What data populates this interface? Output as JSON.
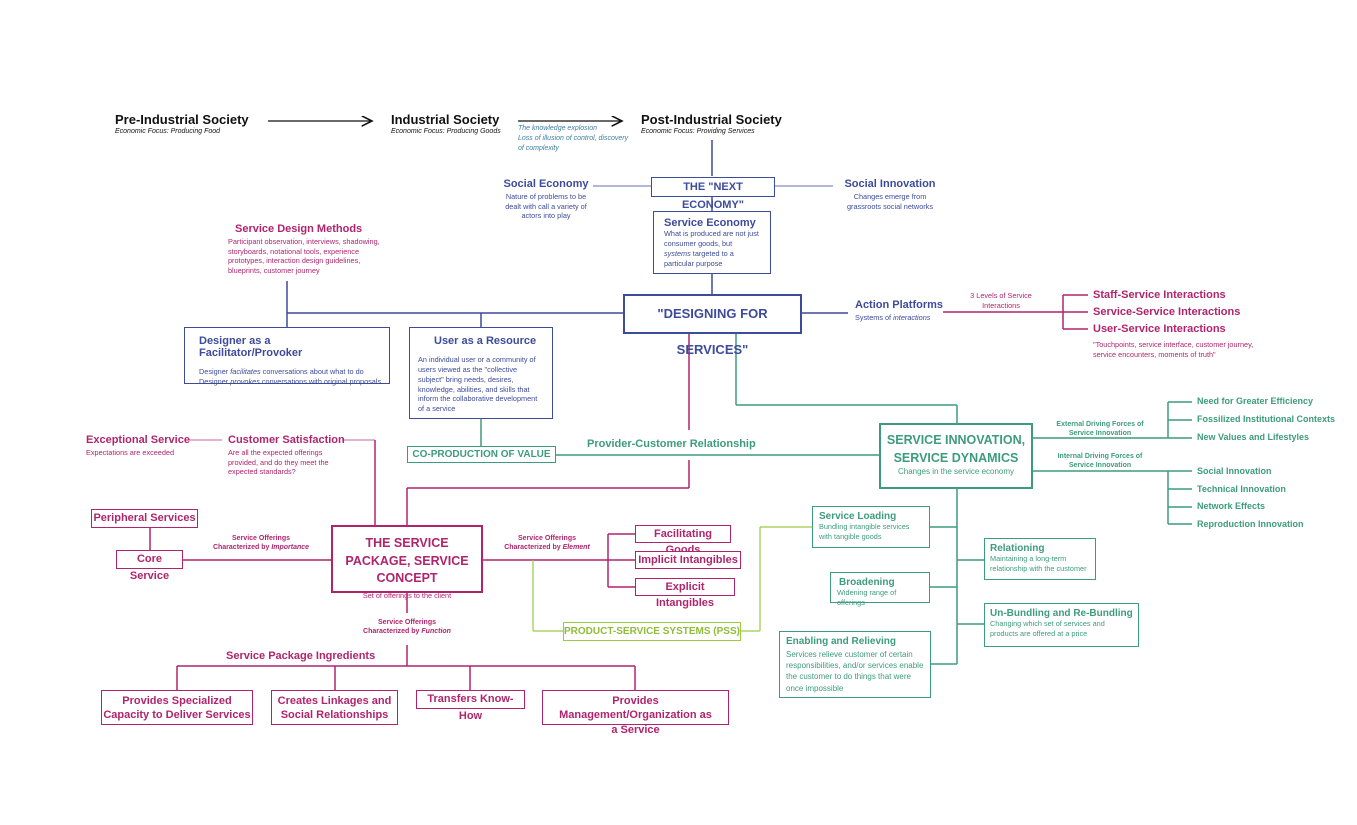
{
  "colors": {
    "blue": "#3c4b9a",
    "magenta": "#b0246e",
    "green": "#3d9c7c",
    "lime": "#9ac946",
    "black": "#111111"
  },
  "eras": {
    "pre": {
      "title": "Pre-Industrial Society",
      "sub": "Economic Focus: Producing Food"
    },
    "ind": {
      "title": "Industrial Society",
      "sub": "Economic Focus: Producing Goods"
    },
    "transition": "The knowledge explosion\nLoss of illusion of control, discovery of complexity",
    "post": {
      "title": "Post-Industrial Society",
      "sub": "Economic Focus: Providing Services"
    }
  },
  "social_economy": {
    "title": "Social Economy",
    "desc": "Nature of problems to be dealt with call a variety of actors into play"
  },
  "next_economy": "THE \"NEXT ECONOMY\"",
  "social_innovation": {
    "title": "Social Innovation",
    "desc": "Changes emerge from grassroots social networks"
  },
  "service_economy": {
    "title": "Service Economy",
    "desc1": "What is produced are not just consumer goods, but ",
    "desc_it": "systems",
    "desc2": " targeted to a particular purpose"
  },
  "methods": {
    "title": "Service Design Methods",
    "desc": "Participant observation, interviews, shadowing, storyboards, notational tools, experience prototypes, interaction design guidelines, blueprints, customer journey"
  },
  "designing": "\"DESIGNING FOR SERVICES\"",
  "action": {
    "title": "Action Platforms",
    "desc1": "Systems of ",
    "desc_it": "interactions"
  },
  "levels": "3 Levels of Service Interactions",
  "interactions": [
    "Staff-Service Interactions",
    "Service-Service Interactions",
    "User-Service Interactions"
  ],
  "touchpoints": "\"Touchpoints, service interface, customer journey, service encounters, moments of truth\"",
  "facilitator": {
    "title": "Designer as a Facilitator/Provoker",
    "l1a": "Designer ",
    "l1i": "facilitates",
    "l1b": " conversations about what to do",
    "l2a": "Designer ",
    "l2i": "provokes",
    "l2b": " conversations with original proposals"
  },
  "user_resource": {
    "title": "User as a Resource",
    "desc": "An individual user or a community of users viewed as the \"collective subject\" bring needs, desires, knowledge, abilities, and skills that inform the collaborative development of a service"
  },
  "coproduction": "CO-PRODUCTION OF VALUE",
  "provider_customer": "Provider-Customer Relationship",
  "exceptional": {
    "title": "Exceptional Service",
    "desc": "Expectations are exceeded"
  },
  "satisfaction": {
    "title": "Customer Satisfaction",
    "desc": "Are all the expected offerings provided, and do they meet the expected standards?"
  },
  "peripheral": "Peripheral Services",
  "core": "Core Service",
  "offer_importance": {
    "l1": "Service Offerings",
    "l2": "Characterized by ",
    "it": "Importance"
  },
  "package": {
    "title": "THE SERVICE PACKAGE, SERVICE CONCEPT",
    "desc": "Set of offerings to the client"
  },
  "offer_element": {
    "l1": "Service Offerings",
    "l2": "Characterized by ",
    "it": "Element"
  },
  "elements": [
    "Facilitating Goods",
    "Implicit Intangibles",
    "Explicit Intangibles"
  ],
  "offer_function": {
    "l1": "Service Offerings",
    "l2": "Characterized by ",
    "it": "Function"
  },
  "ingredients": "Service Package Ingredients",
  "ingredient_items": [
    "Provides Specialized Capacity to Deliver Services",
    "Creates Linkages and Social Relationships",
    "Transfers Know-How",
    "Provides Management/Organization as a Service"
  ],
  "pss": "PRODUCT-SERVICE SYSTEMS (PSS)",
  "innovation": {
    "title": "SERVICE INNOVATION, SERVICE DYNAMICS",
    "desc": "Changes in the service economy"
  },
  "external": {
    "label": "External Driving Forces of Service Innovation",
    "items": [
      "Need for Greater Efficiency",
      "Fossilized Institutional Contexts",
      "New Values and Lifestyles"
    ]
  },
  "internal": {
    "label": "Internal Driving Forces of Service Innovation",
    "items": [
      "Social Innovation",
      "Technical Innovation",
      "Network Effects",
      "Reproduction Innovation"
    ]
  },
  "loading": {
    "title": "Service Loading",
    "desc": "Bundling intangible services with tangible goods"
  },
  "relationing": {
    "title": "Relationing",
    "desc": "Maintaining a long-term relationship with the customer"
  },
  "broadening": {
    "title": "Broadening",
    "desc": "Widening range of offerings"
  },
  "unbundling": {
    "title": "Un-Bundling and Re-Bundling",
    "desc": "Changing which set of services and products are offered at a price"
  },
  "enabling": {
    "title": "Enabling and Relieving",
    "desc": "Services relieve customer of certain responsibilities, and/or services enable the customer to do things that were once impossible"
  }
}
